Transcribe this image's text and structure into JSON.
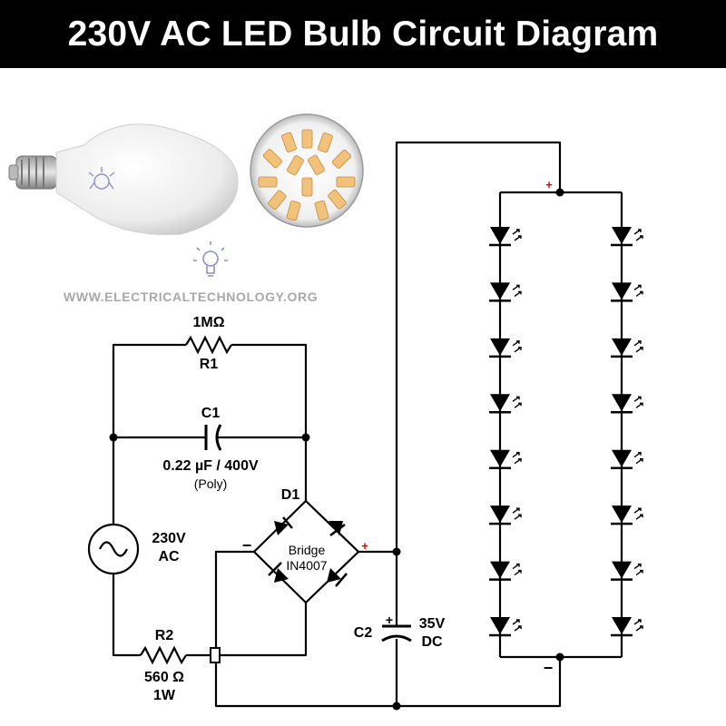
{
  "title": "230V AC LED Bulb Circuit Diagram",
  "watermark": "WWW.ELECTRICALTECHNOLOGY.ORG",
  "colors": {
    "title_bg": "#000000",
    "title_text": "#ffffff",
    "plus_sign": "#e00000",
    "led_chip": "#f2c27a",
    "watermark": "#a8a8a8"
  },
  "components": {
    "r1": {
      "ref": "R1",
      "value": "1MΩ"
    },
    "c1": {
      "ref": "C1",
      "value": "0.22 µF / 400V",
      "note": "(Poly)"
    },
    "d1": {
      "ref": "D1",
      "name": "Bridge",
      "part": "IN4007"
    },
    "source": {
      "voltage": "230V",
      "type": "AC"
    },
    "r2": {
      "ref": "R2",
      "value": "560 Ω",
      "power": "1W"
    },
    "c2": {
      "ref": "C2",
      "voltage": "35V",
      "type": "DC"
    }
  },
  "polarity": {
    "plus": "+",
    "minus": "−"
  },
  "led_array": {
    "columns": 2,
    "leds_per_column": 8
  }
}
